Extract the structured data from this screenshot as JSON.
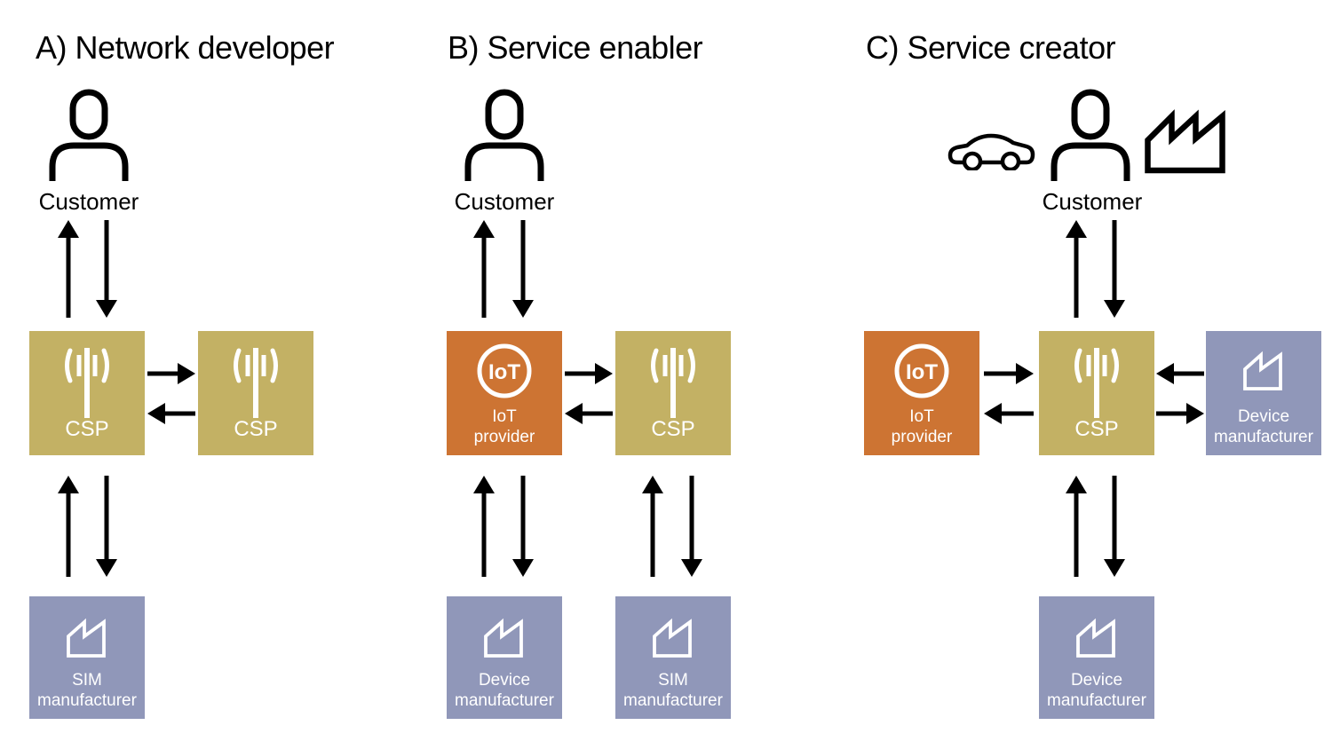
{
  "colors": {
    "csp_box": "#c3b164",
    "iot_box": "#cd7433",
    "manufacturer_box": "#9097b9",
    "arrow": "#000000",
    "title_text": "#000000",
    "box_label_text": "#ffffff"
  },
  "panels": [
    {
      "title": "A) Network developer",
      "customer": {
        "label": "Customer"
      },
      "entities": [
        {
          "label": "CSP"
        },
        {
          "label": "CSP"
        },
        {
          "label": "SIM manufacturer"
        }
      ]
    },
    {
      "title": "B) Service enabler",
      "customer": {
        "label": "Customer"
      },
      "entities": [
        {
          "label": "IoT provider",
          "icon_text": "IoT"
        },
        {
          "label": "CSP"
        },
        {
          "label": "Device manufacturer"
        },
        {
          "label": "SIM manufacturer"
        }
      ]
    },
    {
      "title": "C) Service creator",
      "customer": {
        "label": "Customer"
      },
      "entities": [
        {
          "label": "IoT provider",
          "icon_text": "IoT"
        },
        {
          "label": "CSP"
        },
        {
          "label": "Device manufacturer"
        },
        {
          "label": "Device manufacturer"
        }
      ]
    }
  ]
}
